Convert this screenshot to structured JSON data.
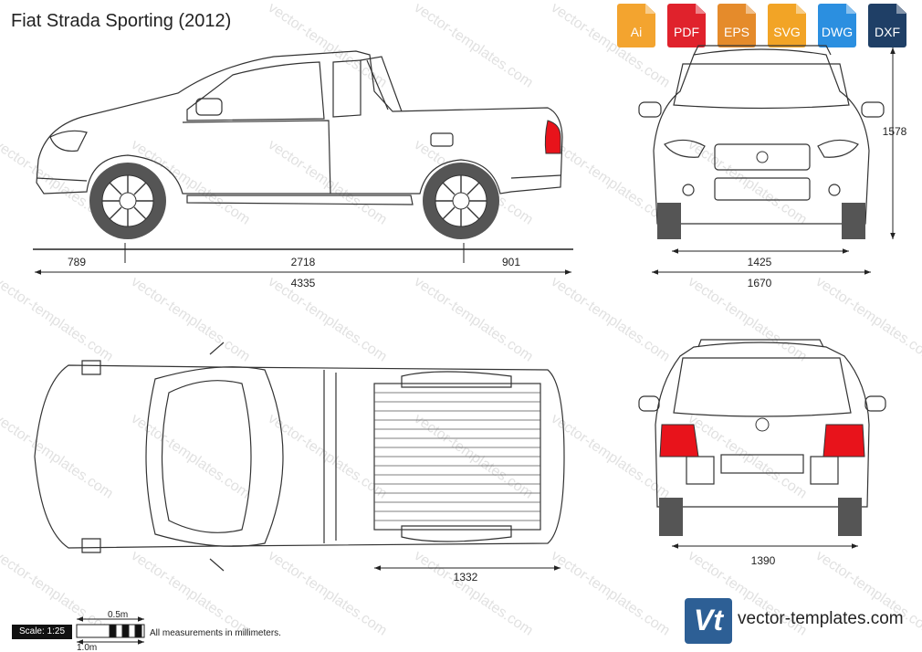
{
  "title": "Fiat Strada Sporting (2012)",
  "formats": [
    {
      "label": "Ai",
      "color": "#f3a42f"
    },
    {
      "label": "PDF",
      "color": "#e0222c"
    },
    {
      "label": "EPS",
      "color": "#e58b2b"
    },
    {
      "label": "SVG",
      "color": "#f2a426"
    },
    {
      "label": "DWG",
      "color": "#2b8fe0"
    },
    {
      "label": "DXF",
      "color": "#1f3f66"
    }
  ],
  "dimensions": {
    "front_overhang": "789",
    "wheelbase": "2718",
    "rear_overhang": "901",
    "overall_length": "4335",
    "height": "1578",
    "front_track": "1425",
    "width": "1670",
    "rear_track": "1390",
    "cargo_width": "1332"
  },
  "scale": {
    "label": "Scale: 1:25",
    "half_meter": "0.5m",
    "one_meter": "1.0m"
  },
  "footnote": "All measurements in millimeters.",
  "watermark": "vector-templates.com",
  "brand": {
    "logo_text": "Vt",
    "name": "vector-templates.com"
  },
  "colors": {
    "light": "#e8131b",
    "tire": "#555555",
    "outline": "#333333"
  }
}
